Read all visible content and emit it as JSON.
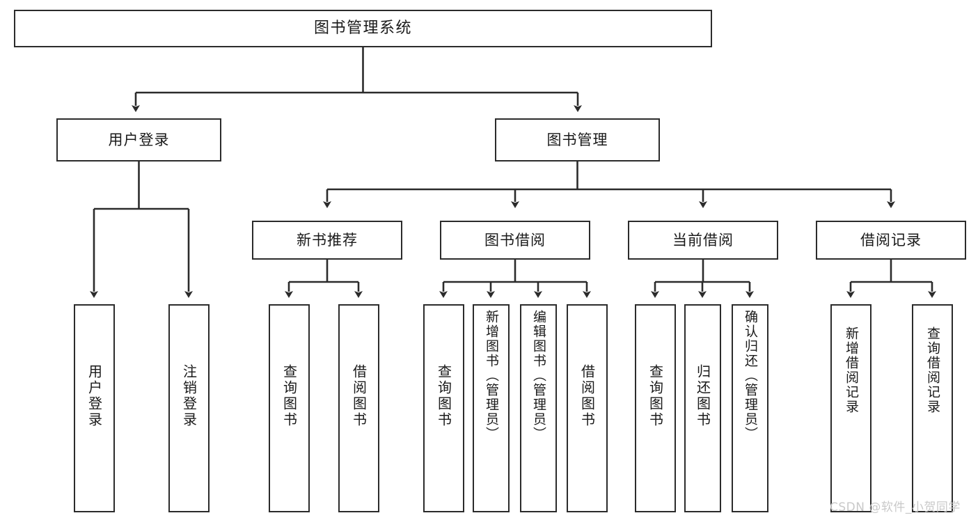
{
  "diagram": {
    "title": "图书管理系统",
    "type": "tree-hierarchy-chart",
    "stroke_color": "#2b2b2b",
    "background_color": "#ffffff",
    "watermark": "CSDN @软件_小贺同学"
  },
  "nodes": {
    "root": {
      "label": "图书管理系统"
    },
    "level2": [
      {
        "id": "user-login",
        "label": "用户登录"
      },
      {
        "id": "book-manage",
        "label": "图书管理"
      }
    ],
    "level3": [
      {
        "id": "new-book-recommend",
        "label": "新书推荐"
      },
      {
        "id": "book-borrow",
        "label": "图书借阅"
      },
      {
        "id": "current-borrow",
        "label": "当前借阅"
      },
      {
        "id": "borrow-record",
        "label": "借阅记录"
      }
    ],
    "leaves": {
      "user_login": [
        {
          "id": "leaf-user-login",
          "label": "用户登录"
        },
        {
          "id": "leaf-logout-login",
          "label": "注销登录"
        }
      ],
      "new_book_recommend": [
        {
          "id": "leaf-query-book-1",
          "label": "查询图书"
        },
        {
          "id": "leaf-borrow-book-1",
          "label": "借阅图书"
        }
      ],
      "book_borrow": [
        {
          "id": "leaf-query-book-2",
          "label": "查询图书"
        },
        {
          "id": "leaf-add-book",
          "label": "新增图书（管理员）"
        },
        {
          "id": "leaf-edit-book",
          "label": "编辑图书（管理员）"
        },
        {
          "id": "leaf-borrow-book-2",
          "label": "借阅图书"
        }
      ],
      "current_borrow": [
        {
          "id": "leaf-query-book-3",
          "label": "查询图书"
        },
        {
          "id": "leaf-return-book",
          "label": "归还图书"
        },
        {
          "id": "leaf-confirm-return",
          "label": "确认归还（管理员）"
        }
      ],
      "borrow_record": [
        {
          "id": "leaf-add-record",
          "label": "新增借阅记录"
        },
        {
          "id": "leaf-query-record",
          "label": "查询借阅记录"
        }
      ]
    }
  }
}
